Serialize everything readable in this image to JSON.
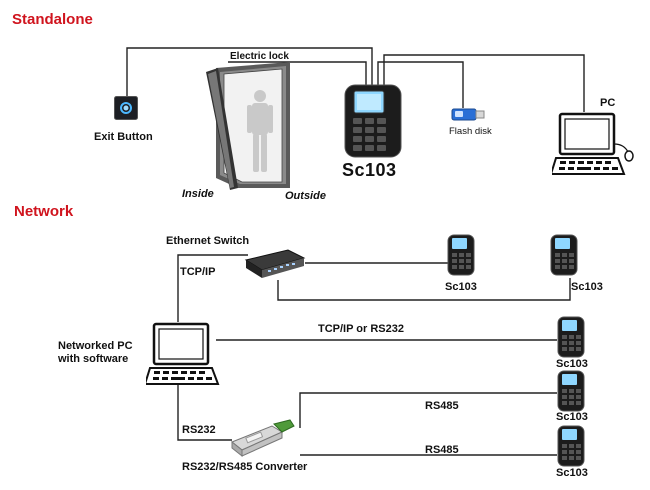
{
  "sections": {
    "standalone": "Standalone",
    "network": "Network"
  },
  "standalone": {
    "exit_button": "Exit Button",
    "electric_lock": "Electric lock",
    "inside": "Inside",
    "outside": "Outside",
    "device": "Sc103",
    "flash_disk": "Flash disk",
    "pc": "PC"
  },
  "network": {
    "ethernet_switch": "Ethernet Switch",
    "tcp_ip": "TCP/IP",
    "networked_pc": "Networked PC",
    "with_software": "with software",
    "tcp_ip_or_rs232": "TCP/IP or RS232",
    "rs232": "RS232",
    "rs485_1": "RS485",
    "rs485_2": "RS485",
    "converter": "RS232/RS485 Converter",
    "device_1": "Sc103",
    "device_2": "Sc103",
    "device_3": "Sc103",
    "device_4": "Sc103",
    "device_5": "Sc103"
  },
  "colors": {
    "section_title": "#d0141e",
    "wire": "#222222",
    "device_body": "#1c1c1c"
  },
  "icons": [
    "exit-button-icon",
    "door-icon",
    "person-icon",
    "terminal-icon",
    "flash-disk-icon",
    "computer-icon",
    "switch-icon",
    "converter-icon"
  ]
}
